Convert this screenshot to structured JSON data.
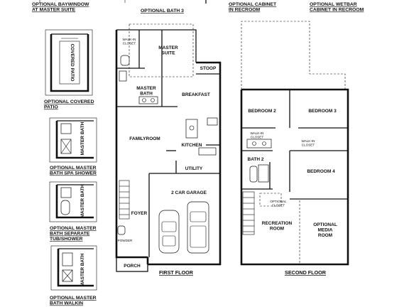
{
  "notes": {
    "bay_window": "OPTIONAL BAYWINDOW AT MASTER SUITE",
    "bath3": "OPTIONAL BATH 3",
    "cabinet": "OPTIONAL CABINET IN RECROOM",
    "wetbar": "OPTIONAL WETBAR CABINET IN RECROOM",
    "covered_patio": "OPTIONAL COVERED PATIO",
    "spa_shower": "OPTIONAL MASTER BATH SPA SHOWER",
    "separate_tub": "OPTIONAL MASTER BATH SEPARATE TUB/SHOWER",
    "walkin": "OPTIONAL MASTER BATH WALKIN"
  },
  "first_floor": {
    "title": "FIRST FLOOR",
    "rooms": {
      "walkin_closet": "WALK-IN CLOSET",
      "master_suite": "MASTER SUITE",
      "stoop": "STOOP",
      "master_bath": "MASTER BATH",
      "breakfast": "BREAKFAST",
      "family_room": "FAMILYROOM",
      "kitchen": "KITCHEN",
      "utility": "UTILITY",
      "garage": "2 CAR GARAGE",
      "foyer": "FOYER",
      "powder": "POWDER",
      "porch": "PORCH"
    }
  },
  "second_floor": {
    "title": "SECOND FLOOR",
    "rooms": {
      "bedroom2": "BEDROOM 2",
      "bedroom3": "BEDROOM 3",
      "walkin_closet_a": "WALK-IN CLOSET",
      "walkin_closet_b": "WALK-IN CLOSET",
      "bath2": "BATH 2",
      "bedroom4": "BEDROOM 4",
      "optional_closet": "OPTIONAL CLOSET",
      "recreation_room": "RECREATION ROOM",
      "media_room": "OPTIONAL MEDIA ROOM"
    }
  },
  "option_panels": {
    "covered_patio_label": "COVERED PATIO",
    "master_bath_label": "MASTER BATH"
  }
}
